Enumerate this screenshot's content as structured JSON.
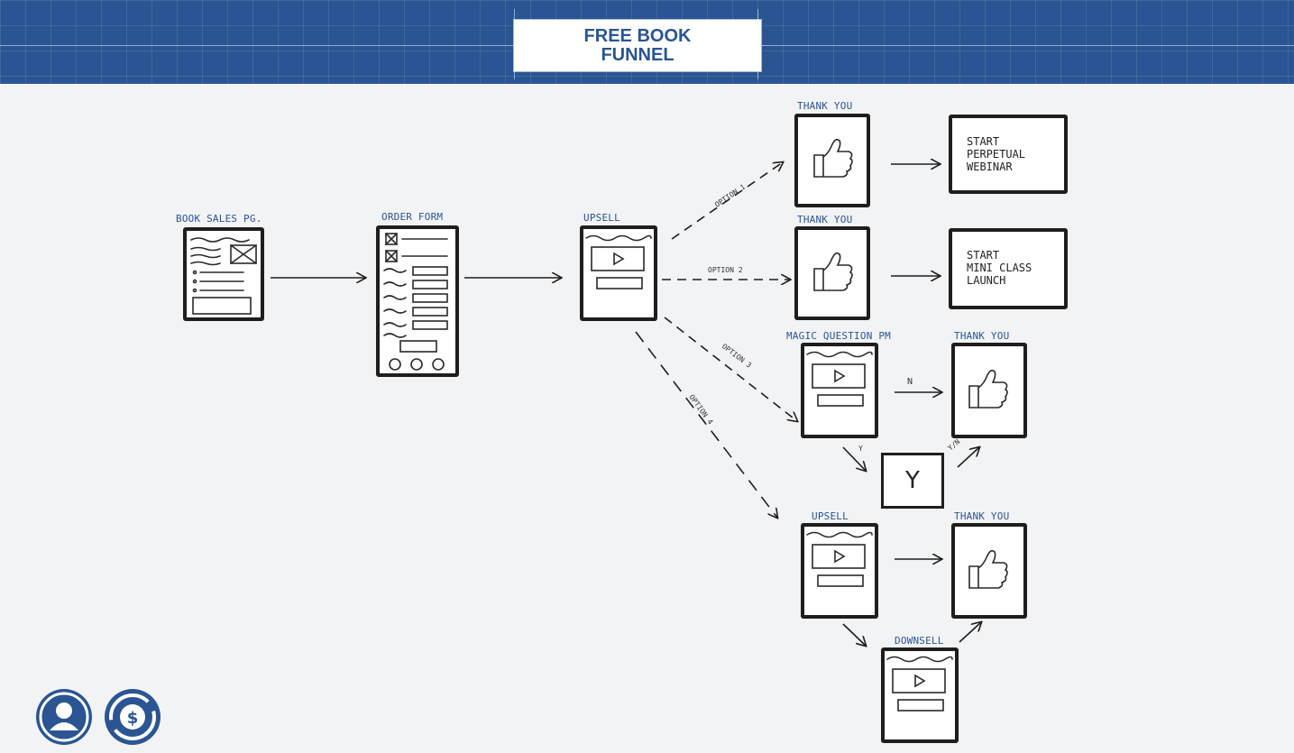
{
  "header": {
    "title_line1": "FREE BOOK",
    "title_line2": "FUNNEL"
  },
  "labels": {
    "book_sales": "BOOK SALES PG.",
    "order_form": "ORDER FORM",
    "upsell_main": "UPSELL",
    "thank_you_1": "THANK YOU",
    "thank_you_2": "THANK YOU",
    "magic_question": "MAGIC QUESTION PM",
    "thank_you_3": "THANK YOU",
    "upsell_2": "UPSELL",
    "thank_you_4": "THANK YOU",
    "downsell": "DOWNSELL"
  },
  "boxes": {
    "perpetual_line1": "START",
    "perpetual_line2": "PERPETUAL",
    "perpetual_line3": "WEBINAR",
    "mini_line1": "START",
    "mini_line2": "MINI CLASS",
    "mini_line3": "LAUNCH",
    "y_box": "Y"
  },
  "edges": {
    "option1": "OPTION 1",
    "option2": "OPTION 2",
    "option3": "OPTION 3",
    "option4": "OPTION 4",
    "n": "N",
    "y": "Y",
    "yn": "Y/N"
  },
  "icons": [
    "person-icon",
    "dollar-cycle-icon"
  ],
  "colors": {
    "brand": "#2a5592",
    "ink": "#1e1e1e",
    "background": "#f2f3f5"
  }
}
